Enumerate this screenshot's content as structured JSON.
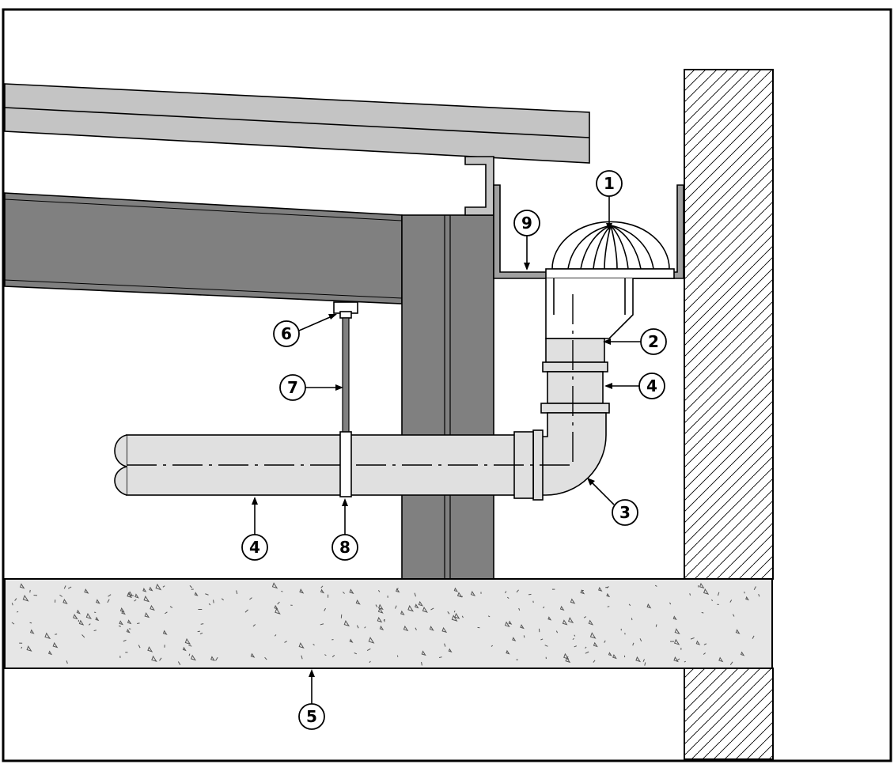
{
  "callouts": {
    "c1": "1",
    "c2": "2",
    "c3": "3",
    "c4a": "4",
    "c4b": "4",
    "c5": "5",
    "c6": "6",
    "c7": "7",
    "c8": "8",
    "c9": "9"
  },
  "colors": {
    "steel_dark": "#808080",
    "steel_light": "#c4c4c4",
    "pipe_fill": "#e0e0e0",
    "slab_fill": "#e6e6e6",
    "outline": "#000000"
  }
}
